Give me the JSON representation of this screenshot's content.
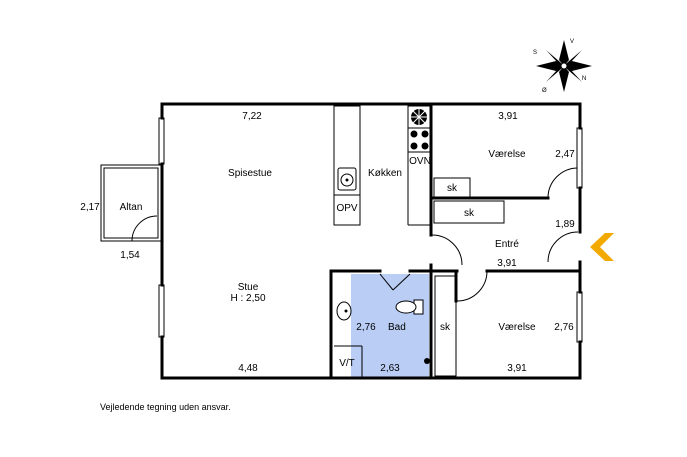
{
  "rooms": {
    "spisestue": "Spisestue",
    "koekken": "Køkken",
    "stue": "Stue",
    "stue_height": "H : 2,50",
    "altan": "Altan",
    "vaerelse_top": "Værelse",
    "vaerelse_bottom": "Værelse",
    "entre": "Entré",
    "bad": "Bad"
  },
  "fixtures": {
    "ovn": "OVN",
    "opv": "OPV",
    "sk_top": "sk",
    "sk_middle": "sk",
    "sk_bottom": "sk",
    "vt": "V/T"
  },
  "dimensions": {
    "top_width": "7,22",
    "stue_width": "4,48",
    "altan_height": "2,17",
    "altan_width": "1,54",
    "vaerelse_top_width": "3,91",
    "vaerelse_top_depth": "2,47",
    "entre_depth": "1,89",
    "entre_width": "3,91",
    "bad_depth": "2,76",
    "bad_width": "2,63",
    "vaerelse_bottom_depth": "2,76",
    "vaerelse_bottom_width": "3,91"
  },
  "compass": {
    "s": "S",
    "v": "V",
    "n": "N",
    "o": "Ø"
  },
  "disclaimer": "Vejledende tegning uden ansvar.",
  "colors": {
    "bathroom": "#b9cdf5",
    "entrance_arrow": "#f2a900",
    "wall": "#000000"
  }
}
